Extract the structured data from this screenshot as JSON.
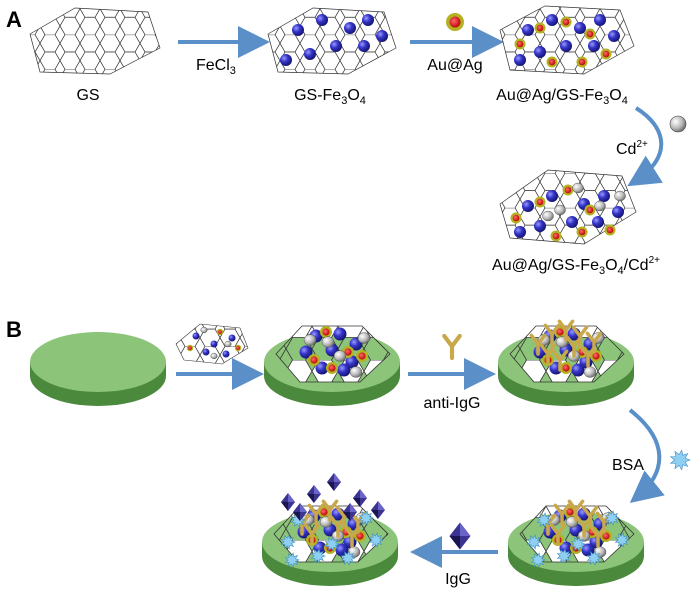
{
  "panel_a": {
    "letter": "A",
    "gs_label": "GS",
    "step1_reagent": {
      "main": "FeCl",
      "sub": "3"
    },
    "gs_fe3o4_label": {
      "pre": "GS-Fe",
      "sub1": "3",
      "mid": "O",
      "sub2": "4"
    },
    "step2_reagent": "Au@Ag",
    "au_ag_gs_label": {
      "pre": "Au@Ag/GS-Fe",
      "sub1": "3",
      "mid": "O",
      "sub2": "4"
    },
    "step3_reagent": {
      "main": "Cd",
      "sup": "2+"
    },
    "final_label": {
      "pre": "Au@Ag/GS-Fe",
      "sub1": "3",
      "mid": "O",
      "sub2": "4",
      "post": "/Cd",
      "sup": "2+"
    }
  },
  "panel_b": {
    "letter": "B",
    "step_antibody": "anti-IgG",
    "step_block": "BSA",
    "step_antigen": "IgG"
  },
  "colors": {
    "arrow": "#5a8fc8",
    "electrode_top": "#8cc47a",
    "electrode_side": "#4b8a3c",
    "fe3o4": "#2f2fb8",
    "au_core": "#d41c1c",
    "ag_shell": "#b3b322",
    "cd": "#b0b0b0",
    "antibody": "#c8a84a",
    "bsa": "#8fd0f2",
    "igg": "#2e2a6e"
  }
}
